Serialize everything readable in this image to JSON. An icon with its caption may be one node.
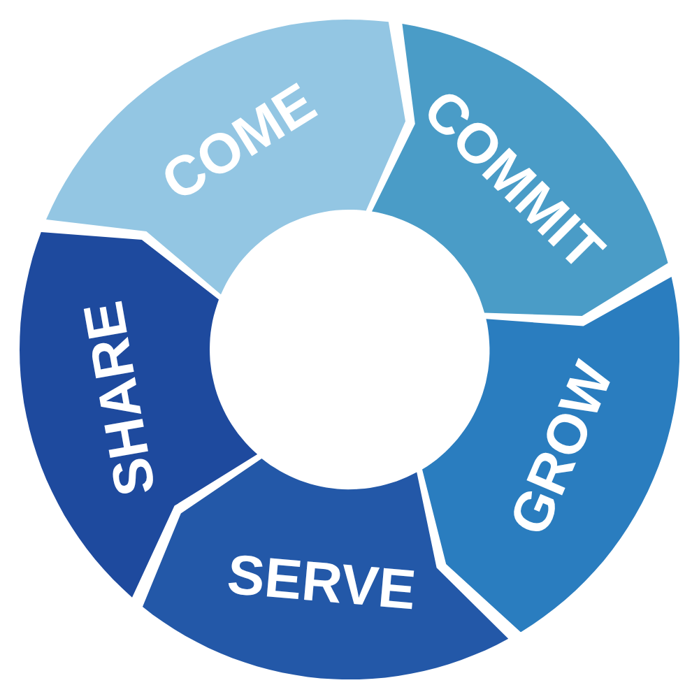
{
  "diagram": {
    "nodes": [
      {
        "text": [
          "COME"
        ]
      },
      {
        "text": [
          "COMMIT"
        ]
      },
      {
        "text": [
          "GROW"
        ]
      },
      {
        "text": [
          "SERVE"
        ]
      },
      {
        "text": [
          "SHARE"
        ]
      }
    ]
  }
}
